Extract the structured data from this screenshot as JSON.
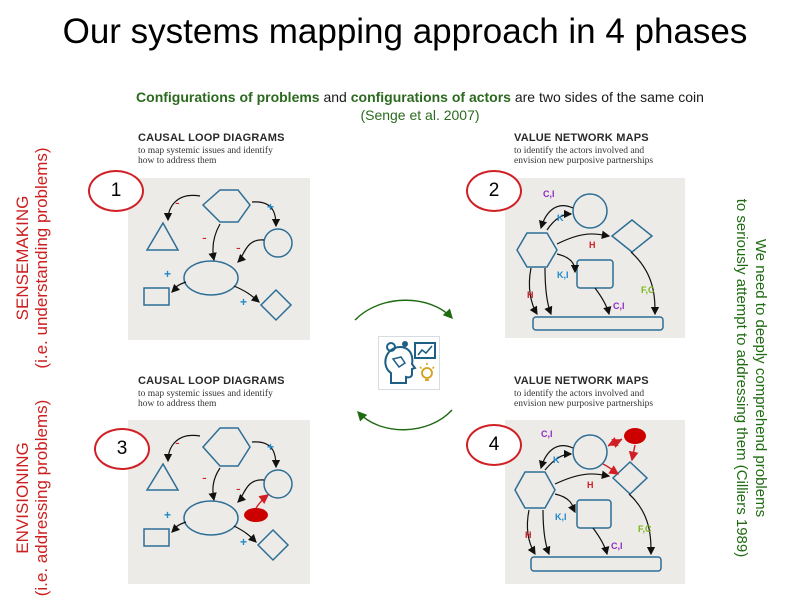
{
  "title": "Our systems mapping approach in 4 phases",
  "subtitle": {
    "part1": "Configurations of problems",
    "part2": " and ",
    "part3": "configurations of actors",
    "part4": " are two sides of the same coin",
    "citation": "(Senge et al. 2007)"
  },
  "left_labels": [
    {
      "line1": "SENSEMAKING",
      "line2": "(i.e. understanding problems)"
    },
    {
      "line1": "ENVISIONING",
      "line2": "(i.e. addressing problems)"
    }
  ],
  "right_label": {
    "line1": "We need to deeply comprehend problems",
    "line2": "to seriously attempt to addressing them (Cilliers 1989)"
  },
  "panels": [
    {
      "number": "1",
      "heading": "CAUSAL LOOP DIAGRAMS",
      "desc1": "to map systemic issues and identify",
      "desc2": "how to address them"
    },
    {
      "number": "2",
      "heading": "VALUE NETWORK MAPS",
      "desc1": "to identify the actors involved and",
      "desc2": "envision new purposive partnerships"
    },
    {
      "number": "3",
      "heading": "CAUSAL LOOP DIAGRAMS",
      "desc1": "to map systemic issues and identify",
      "desc2": "how to address them"
    },
    {
      "number": "4",
      "heading": "VALUE NETWORK MAPS",
      "desc1": "to identify the actors involved and",
      "desc2": "envision new purposive partnerships"
    }
  ],
  "diagram_labels": {
    "minus": "-",
    "plus": "+",
    "ci": "C,I",
    "k": "K",
    "ki": "K,I",
    "h": "H",
    "fc": "F,C"
  },
  "colors": {
    "title": "#000000",
    "accent_red": "#d01f25",
    "accent_green": "#2b6a1e",
    "shape_stroke": "#2d6e96",
    "panel_bg": "#ecebe7"
  },
  "center_icon": "systems-thinking-head-icon"
}
